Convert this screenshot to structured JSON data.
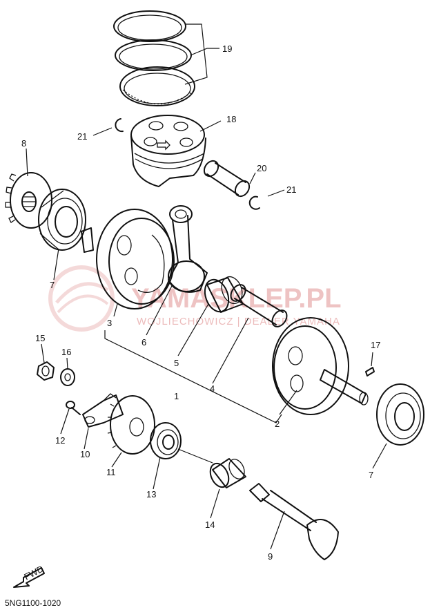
{
  "watermark": {
    "line1": "YAMASKLEP.PL",
    "line2": "WOJLIECHOWICZ | DEALER YAMAHA"
  },
  "callouts": [
    "19",
    "18",
    "21",
    "20",
    "21",
    "8",
    "7",
    "3",
    "6",
    "5",
    "1",
    "4",
    "2",
    "17",
    "7",
    "15",
    "16",
    "12",
    "10",
    "11",
    "13",
    "14",
    "9"
  ],
  "fwd_label": "FWD",
  "diagram_code": "5NG1100-1020"
}
